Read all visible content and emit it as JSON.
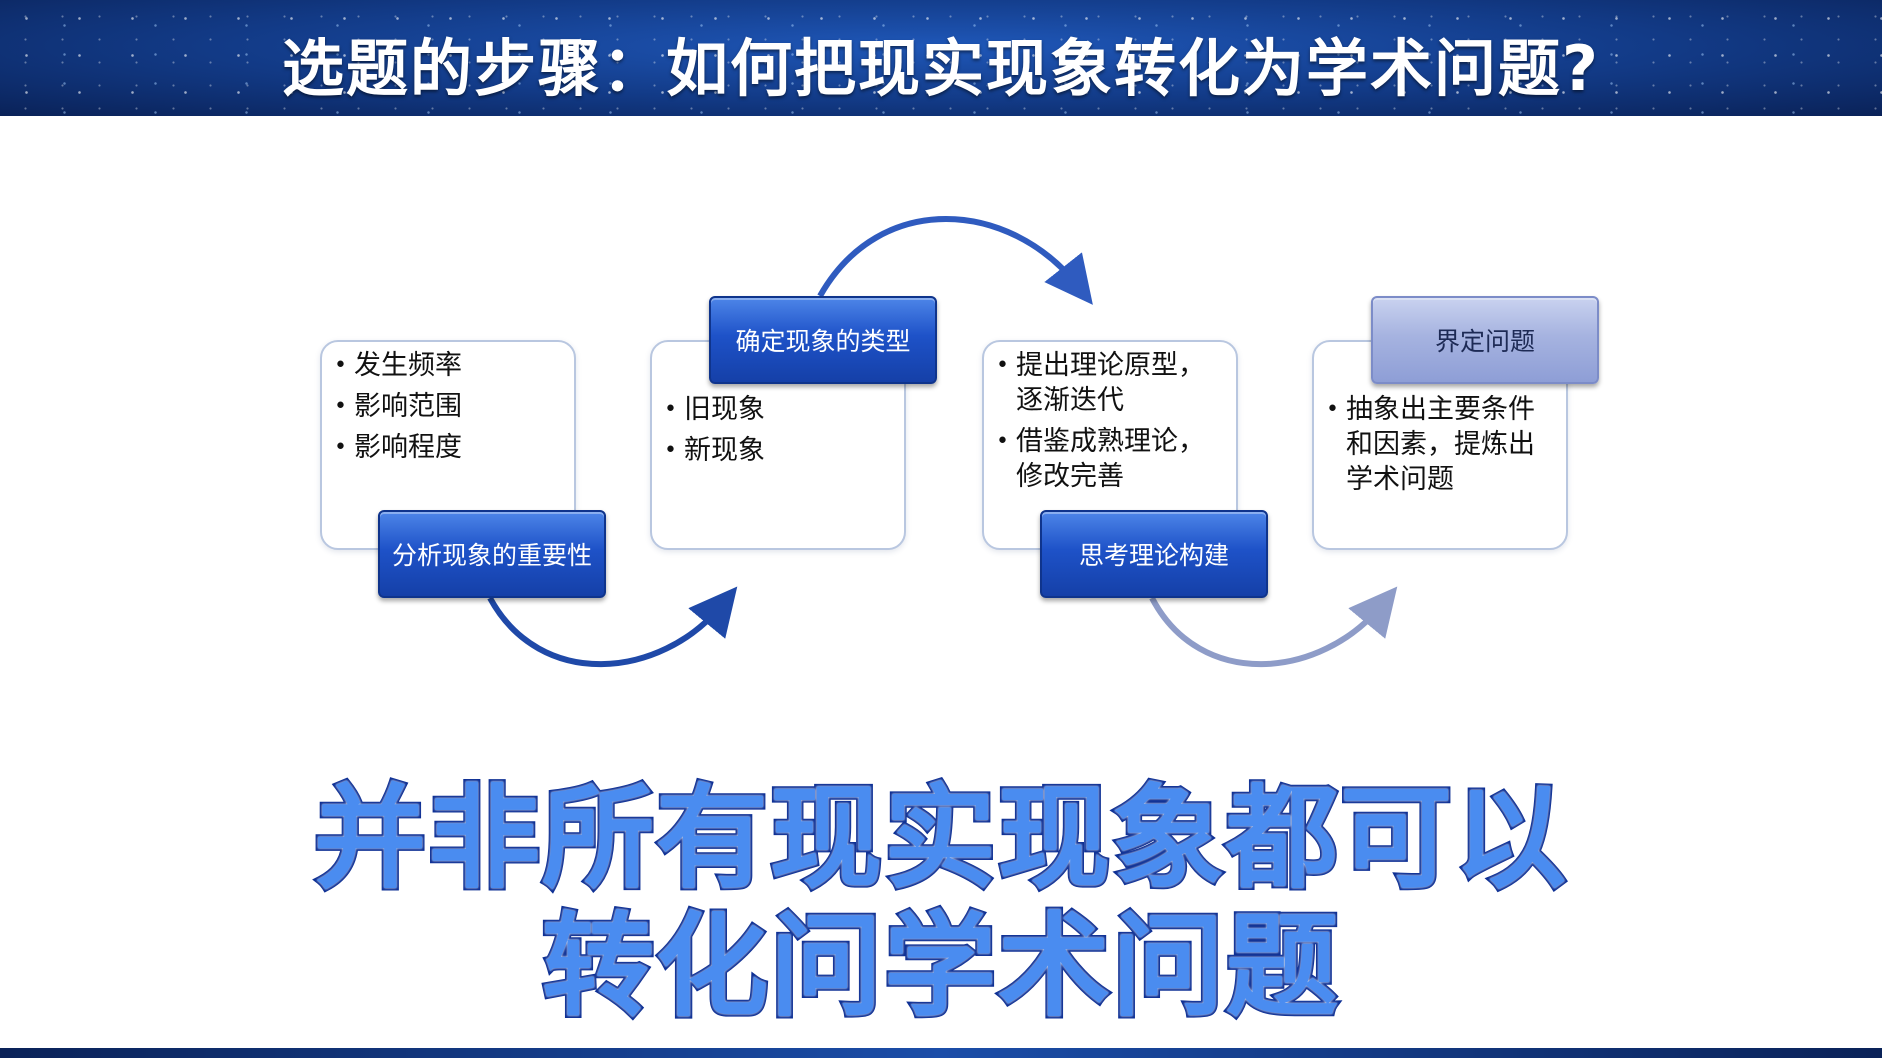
{
  "header": {
    "title": "选题的步骤：如何把现实现象转化为学术问题?"
  },
  "steps": [
    {
      "label": "分析现象的重要性",
      "bullets": [
        "发生频率",
        "影响范围",
        "影响程度"
      ]
    },
    {
      "label": "确定现象的类型",
      "bullets": [
        "旧现象",
        "新现象"
      ]
    },
    {
      "label": "思考理论构建",
      "bullets": [
        "提出理论原型，逐渐迭代",
        "借鉴成熟理论，修改完善"
      ]
    },
    {
      "label": "界定问题",
      "bullets": [
        "抽象出主要条件和因素，提炼出学术问题"
      ]
    }
  ],
  "caption": {
    "line1": "并非所有现实现象都可以",
    "line2": "转化问学术问题"
  },
  "colors": {
    "dark_label": "#1e52c8",
    "light_label": "#a6b3e0",
    "arrow_dark": "#1f49a8",
    "arrow_light": "#8e9cc8",
    "caption_fill": "#4a8cf0",
    "caption_stroke": "#0d2f94"
  }
}
